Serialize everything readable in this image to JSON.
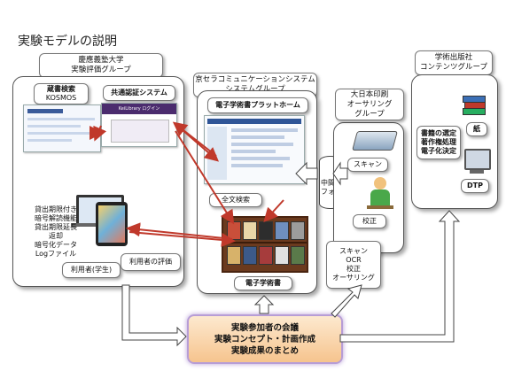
{
  "title": "実験モデルの説明",
  "groups": {
    "keio": [
      "慶應義塾大学",
      "実験評価グループ"
    ],
    "kyocera": [
      "京セラコミュニケーションシステム",
      "システムグループ"
    ],
    "dnp": [
      "大日本印刷",
      "オーサリング",
      "グループ"
    ],
    "publisher": [
      "学術出版社",
      "コンテンツグループ"
    ]
  },
  "keio_panel": {
    "search_label": [
      "蔵書検索",
      "KOSMOS"
    ],
    "auth_label": "共通認証システム",
    "login_banner": "KeiLibrary ログイン",
    "functions": [
      "貸出期限付き",
      "暗号解読機能",
      "貸出期限延長",
      "返却",
      "暗号化データ",
      "Logファイル"
    ],
    "user_label": "利用者(学生)",
    "eval_label": "利用者の評価"
  },
  "kyocera_panel": {
    "platform_label": "電子学術書プラットホーム",
    "fulltext_label": "全文検索",
    "ebook_label": "電子学術書"
  },
  "middle": {
    "db_label": [
      "中間",
      "フォーマット"
    ]
  },
  "dnp_panel": {
    "scan_label": "スキャン",
    "proof_label": "校正",
    "process_label": [
      "スキャン",
      "OCR",
      "校正",
      "オーサリング"
    ]
  },
  "publisher_panel": {
    "paper_label": "紙",
    "selection_label": [
      "書籍の選定",
      "著作権処理",
      "電子化決定"
    ],
    "dtp_label": "DTP"
  },
  "summary": [
    "実験参加者の会議",
    "実験コンセプト・計画作成",
    "実験成果のまとめ"
  ]
}
